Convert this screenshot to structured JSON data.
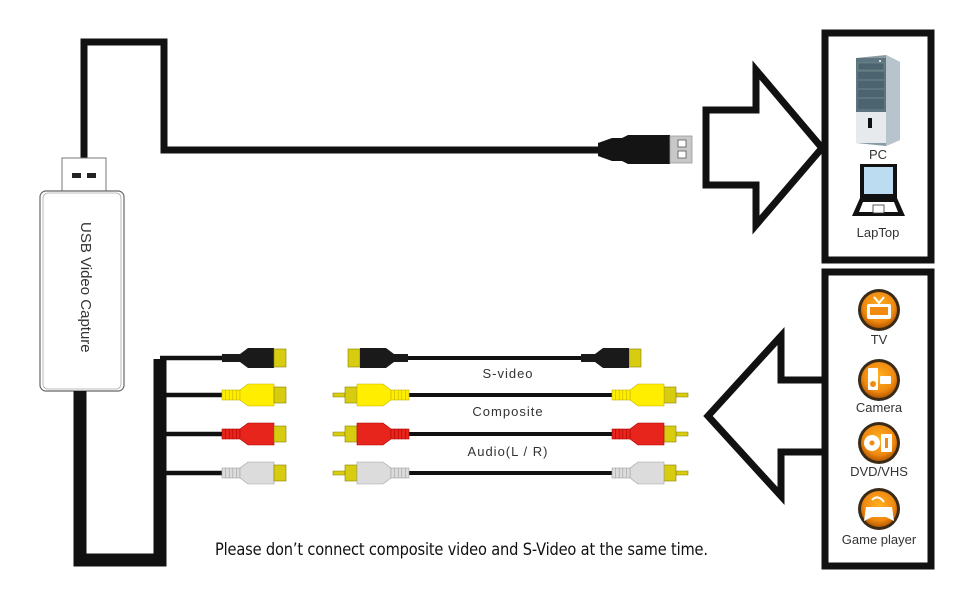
{
  "device": {
    "label": "USB Video Capture"
  },
  "targets": {
    "items": [
      {
        "id": "pc",
        "label": "PC",
        "icon": "desktop-tower-icon"
      },
      {
        "id": "laptop",
        "label": "LapTop",
        "icon": "laptop-icon"
      }
    ]
  },
  "sources": {
    "items": [
      {
        "id": "tv",
        "label": "TV",
        "icon": "tv-icon"
      },
      {
        "id": "camera",
        "label": "Camera",
        "icon": "camera-icon"
      },
      {
        "id": "dvd",
        "label": "DVD/VHS",
        "icon": "dvd-vhs-icon"
      },
      {
        "id": "game",
        "label": "Game player",
        "icon": "gamepad-icon"
      }
    ]
  },
  "cables": {
    "items": [
      {
        "id": "svideo",
        "label": "S-video",
        "type": "svideo",
        "color": "#1a1a1a"
      },
      {
        "id": "composite",
        "label": "Composite",
        "type": "rca",
        "color": "#ffee00"
      },
      {
        "id": "audio-l",
        "label": "Audio(L / R)",
        "type": "rca",
        "color": "#e8251c"
      },
      {
        "id": "audio-r",
        "label": "",
        "type": "rca",
        "color": "#dcdcdc"
      }
    ],
    "tip_color": "#d8cc10"
  },
  "note": "Please don’t connect composite video and S-Video at the same time.",
  "colors": {
    "line": "#111111",
    "icon_orange": "#f08a10"
  }
}
